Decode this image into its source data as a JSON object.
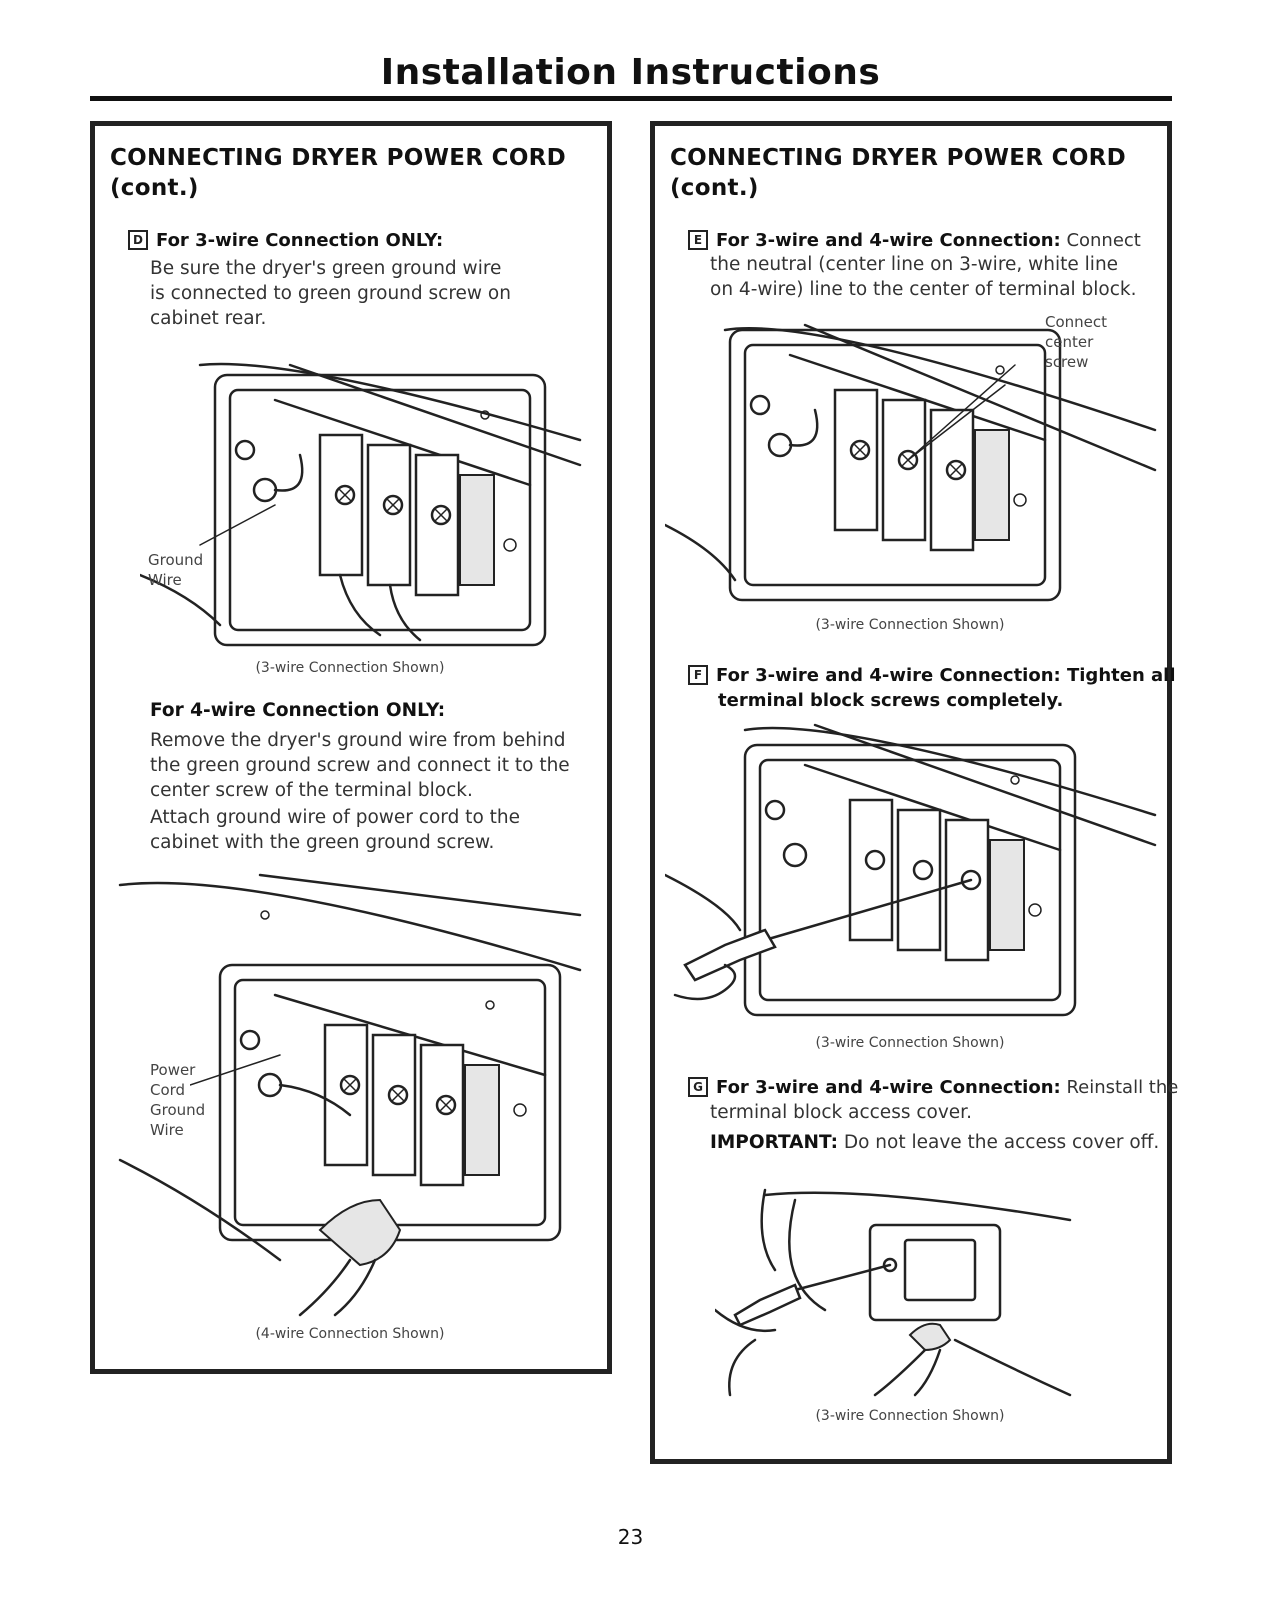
{
  "page": {
    "title": "Installation Instructions",
    "page_number": "23"
  },
  "left_panel": {
    "heading_line1": "CONNECTING DRYER POWER CORD",
    "heading_line2": "(cont.)",
    "step_d": {
      "badge": "D",
      "lead": "For 3-wire Connection ONLY:",
      "body": [
        "Be sure the dryer's green ground wire",
        "is connected to green ground screw on",
        "cabinet rear."
      ]
    },
    "figure1": {
      "callout": [
        "Ground",
        "Wire"
      ],
      "caption": "(3-wire Connection Shown)"
    },
    "four_wire": {
      "subhead": "For 4-wire Connection ONLY:",
      "body1": [
        "Remove the dryer's ground wire from behind",
        "the green ground screw and connect it to the",
        "center screw of the terminal block."
      ],
      "body2": [
        "Attach ground wire of power cord to the",
        "cabinet with the green ground screw."
      ]
    },
    "figure2": {
      "callout": [
        "Power",
        "Cord",
        "Ground",
        "Wire"
      ],
      "caption": "(4-wire Connection Shown)"
    }
  },
  "right_panel": {
    "heading_line1": "CONNECTING DRYER POWER CORD",
    "heading_line2": "(cont.)",
    "step_e": {
      "badge": "E",
      "lead": "For 3-wire and 4-wire Connection:",
      "first": " Connect",
      "body": [
        "the neutral (center line on 3-wire, white line",
        "on 4-wire) line to the center of terminal block."
      ]
    },
    "figure3": {
      "callout": [
        "Connect",
        "center",
        "screw"
      ],
      "caption": "(3-wire Connection Shown)"
    },
    "step_f": {
      "badge": "F",
      "lead_line1": "For 3-wire and 4-wire Connection: Tighten all",
      "lead_line2": "terminal block screws completely."
    },
    "figure4": {
      "caption": "(3-wire Connection Shown)"
    },
    "step_g": {
      "badge": "G",
      "lead": "For 3-wire and 4-wire Connection:",
      "first": " Reinstall the",
      "body": "terminal block access cover.",
      "important_label": "IMPORTANT:",
      "important_text": " Do not leave the access cover off."
    },
    "figure5": {
      "caption": "(3-wire Connection Shown)"
    }
  }
}
